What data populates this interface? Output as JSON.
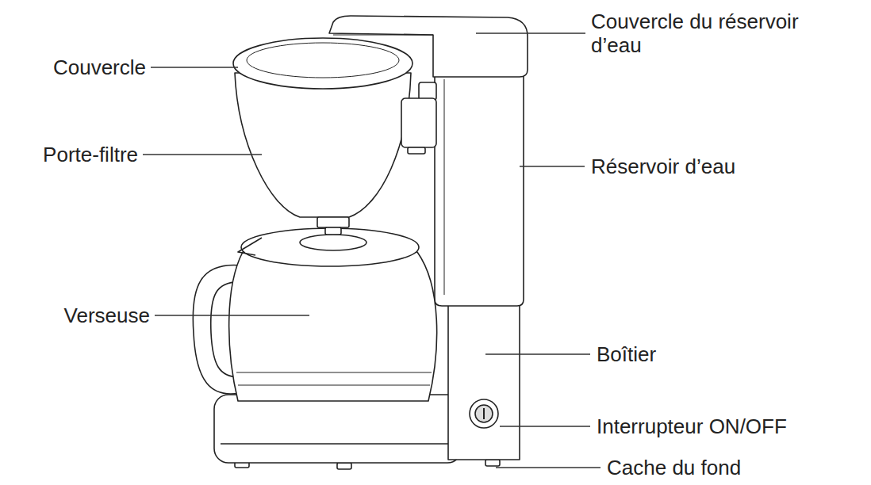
{
  "diagram": {
    "labels": [
      "Couvercle",
      "Couvercle du réservoir d’eau",
      "Porte-filtre",
      "Réservoir d’eau",
      "Verseuse",
      "Boîtier",
      "Interrupteur ON/OFF",
      "Cache du fond"
    ]
  }
}
